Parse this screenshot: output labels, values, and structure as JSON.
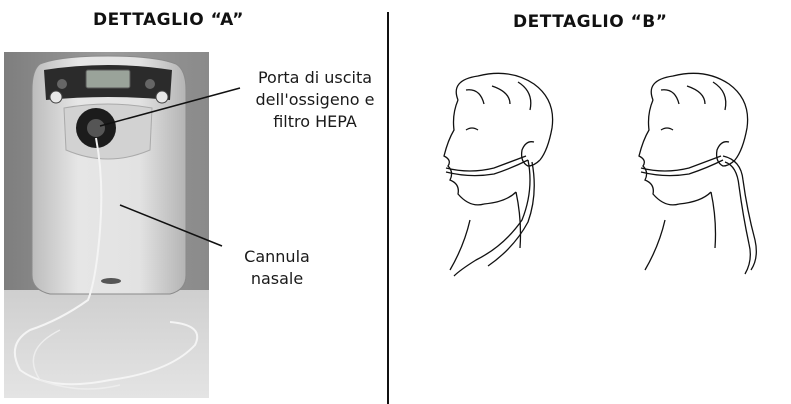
{
  "detail_a": {
    "title": "DETTAGLIO “A”",
    "callout_port": "Porta di uscita\ndell'ossigeno e\nfiltro HEPA",
    "callout_cannula": "Cannula\nnasale"
  },
  "detail_b": {
    "title": "DETTAGLIO “B”"
  },
  "colors": {
    "device_body": "#d9d9d9",
    "background_photo": "#8f8f8f",
    "line": "#111111"
  }
}
